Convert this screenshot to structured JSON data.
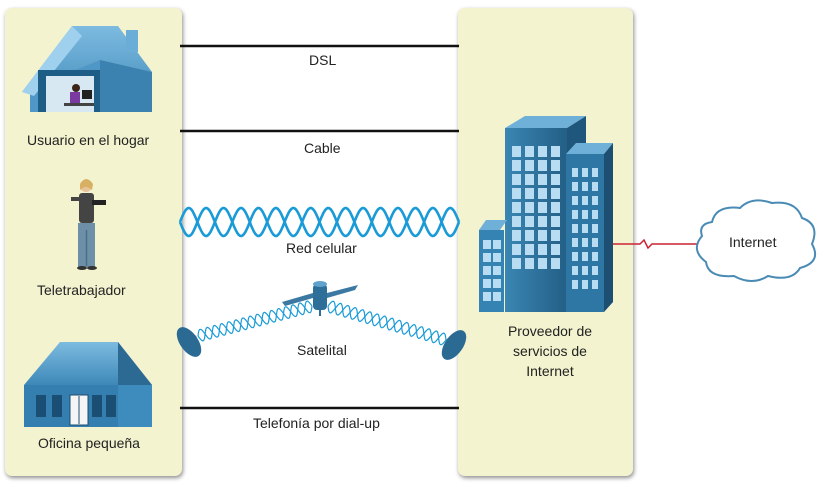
{
  "left_labels": {
    "home_user": "Usuario en el hogar",
    "teleworker": "Teletrabajador",
    "small_office": "Oficina pequeña"
  },
  "connections": {
    "dsl": "DSL",
    "cable": "Cable",
    "cellular": "Red celular",
    "satellite": "Satelital",
    "dialup": "Telefonía por dial-up"
  },
  "isp": {
    "line1": "Proveedor de",
    "line2": "servicios de",
    "line3": "Internet"
  },
  "cloud": {
    "label": "Internet"
  },
  "colors": {
    "panel": "#f3f3cf",
    "wave": "#1a9bd7",
    "building": "#2c6f96",
    "link": "#cc2233"
  }
}
